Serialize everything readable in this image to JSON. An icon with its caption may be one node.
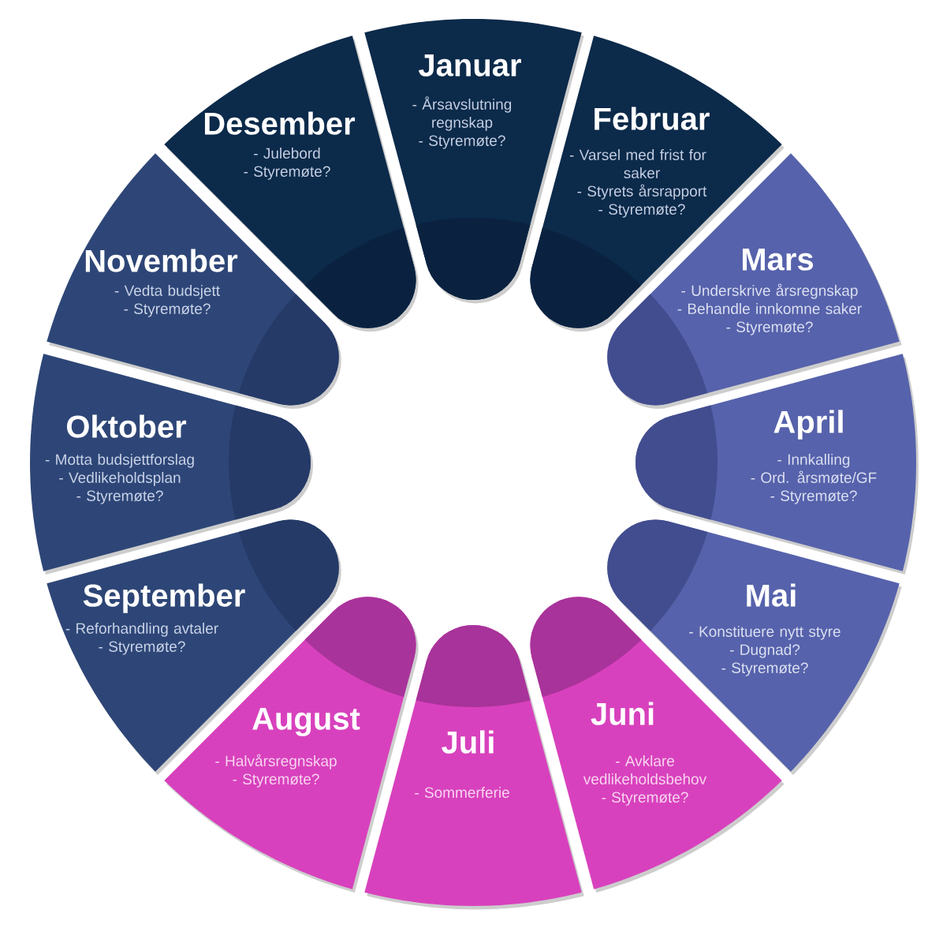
{
  "diagram": {
    "nodes": [
      {
        "text": [
          "Januar",
          "- Årsavslutning regnskap",
          "- Styremøte?"
        ]
      },
      {
        "text": [
          "Desember",
          "- Julebord",
          "- Styremøte?"
        ]
      },
      {
        "text": [
          "Februar",
          "- Varsel med frist for saker",
          "- Styrets årsrapport",
          "- Styremøte?"
        ]
      },
      {
        "text": [
          "November",
          "- Vedta budsjett",
          "- Styremøte?"
        ]
      },
      {
        "text": [
          "Mars",
          "- Underskrive årsregnskap",
          "- Behandle innkomne saker",
          "- Styremøte?"
        ]
      },
      {
        "text": [
          "Oktober",
          "- Motta budsjettforslag",
          "- Vedlikeholdsplan",
          "- Styremøte?"
        ]
      },
      {
        "text": [
          "April",
          "- Innkalling",
          "- Ord. årsmøte/GF",
          "- Styremøte?"
        ]
      },
      {
        "text": [
          "September",
          "- Reforhandling avtaler",
          "- Styremøte?"
        ]
      },
      {
        "text": [
          "Mai",
          "- Konstituere nytt styre",
          "- Dugnad?",
          "- Styremøte?"
        ]
      },
      {
        "text": [
          "August",
          "- Halvårsregnskap",
          "- Styremøte?"
        ]
      },
      {
        "text": [
          "Juni",
          "- Avklare vedlikeholdsbehov",
          "- Styremøte?"
        ]
      },
      {
        "text": [
          "Juli",
          "- Sommerferie"
        ]
      }
    ]
  }
}
